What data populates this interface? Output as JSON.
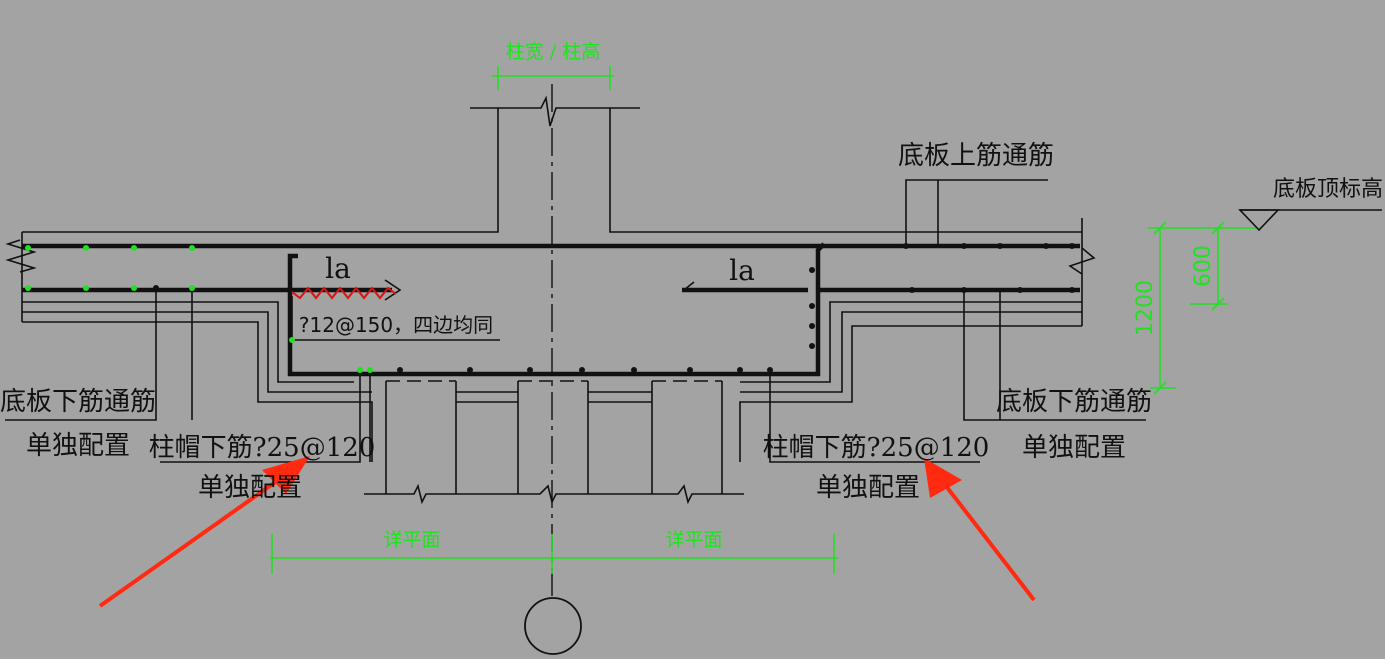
{
  "labels": {
    "column_width_height": "柱宽 / 柱高",
    "slab_top_rebar": "底板上筋通筋",
    "slab_top_elevation": "底板顶标高",
    "slab_bottom_rebar_left": "底板下筋通筋",
    "separate_config_left": "单独配置",
    "slab_bottom_rebar_right": "底板下筋通筋",
    "separate_config_right": "单独配置",
    "cap_rebar_left": "柱帽下筋?25@120",
    "cap_separate_left": "单独配置",
    "cap_rebar_right": "柱帽下筋?25@120",
    "cap_separate_right": "单独配置",
    "anchorage_left": "la",
    "anchorage_right": "la",
    "stirrup_note": "?12@150，四边均同",
    "see_plan_left": "详平面",
    "see_plan_right": "详平面"
  },
  "dimensions": {
    "total_thickness": "1200",
    "top_part": "600"
  },
  "colors": {
    "background": "#a3a3a3",
    "lines": "#111111",
    "dimension": "#22e022",
    "arrow": "#ff2a10",
    "squiggle": "#e01010"
  }
}
